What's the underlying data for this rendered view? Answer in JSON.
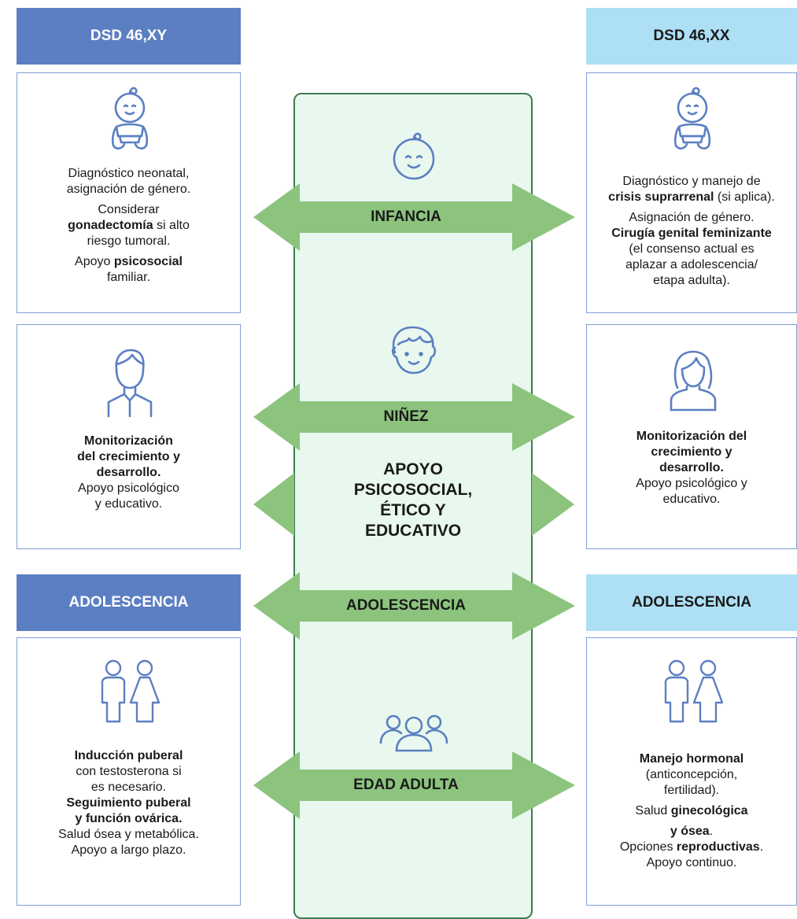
{
  "left_header": "DSD 46,XY",
  "right_header": "DSD 46,XX",
  "left_adol_header": "ADOLESCENCIA",
  "right_adol_header": "ADOLESCENCIA",
  "arrows": {
    "infancia": "INFANCIA",
    "ninez": "NIÑEZ",
    "adolescencia": "ADOLESCENCIA",
    "edad_adulta": "EDAD ADULTA"
  },
  "center_text": [
    "APOYO",
    "PSICOSOCIAL,",
    "ÉTICO Y",
    "EDUCATIVO"
  ],
  "left_infancia": {
    "line1": "Diagnóstico neonatal,",
    "line2": "asignación de género.",
    "line3": "Considerar",
    "line4_bold": "gonadectomía",
    "line4_rest": " si alto",
    "line5": "riesgo tumoral.",
    "line6_pre": "Apoyo ",
    "line6_bold": "psicosocial",
    "line7": "familiar."
  },
  "right_infancia": {
    "line1": "Diagnóstico y manejo de",
    "line2_bold": "crisis suprarrenal",
    "line2_rest": " (si aplica).",
    "line3": "Asignación de género.",
    "line4_bold": "Cirugía genital feminizante",
    "line5": "(el consenso actual es",
    "line6": "aplazar a adolescencia/",
    "line7": "etapa adulta)."
  },
  "left_ninez": {
    "line1_bold": "Monitorización",
    "line2_bold": "del crecimiento y",
    "line3_bold": "desarrollo.",
    "line4": "Apoyo psicológico",
    "line5": "y educativo."
  },
  "right_ninez": {
    "line1_bold": "Monitorización del",
    "line2_bold": "crecimiento y",
    "line3_bold": "desarrollo.",
    "line4": "Apoyo psicológico y",
    "line5": "educativo."
  },
  "left_adulta": {
    "line1_bold": "Inducción puberal",
    "line2": "con testosterona si",
    "line3": "es necesario.",
    "line4_bold": "Seguimiento puberal",
    "line5_bold": "y función ovárica.",
    "line6": "Salud ósea y metabólica.",
    "line7": "Apoyo a largo plazo."
  },
  "right_adulta": {
    "line1_bold": "Manejo hormonal",
    "line2": "(anticoncepción,",
    "line3": "fertilidad).",
    "line4_pre": "Salud ",
    "line4_bold": "ginecológica",
    "line5_bold": "y ósea",
    "line5_rest": ".",
    "line6_pre": "Opciones ",
    "line6_bold": "reproductivas",
    "line6_rest": ".",
    "line7": "Apoyo continuo."
  },
  "colors": {
    "blue_header": "#5b7fc2",
    "light_header": "#aee0f5",
    "arrow_green": "#8cc47e",
    "center_bg": "#e9f8ee",
    "icon_blue": "#5b7fc2"
  },
  "icons": [
    "baby-icon",
    "child-icon",
    "boy-icon",
    "girl-icon",
    "couple-icon",
    "group-icon"
  ]
}
